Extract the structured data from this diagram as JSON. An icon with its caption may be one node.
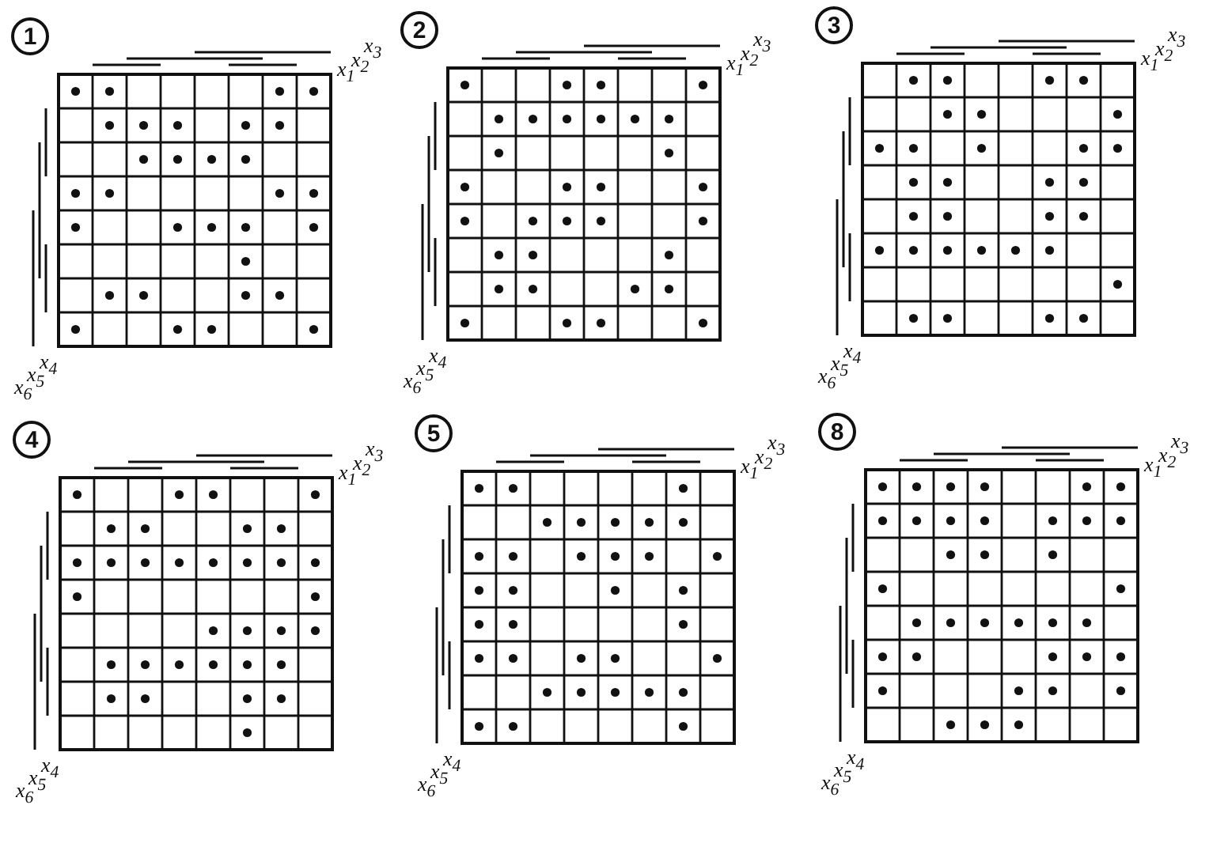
{
  "diagram": {
    "nodes": [
      {
        "text": [
          "1"
        ]
      },
      {
        "text": [
          "2"
        ]
      },
      {
        "text": [
          "3"
        ]
      },
      {
        "text": [
          "4"
        ]
      },
      {
        "text": [
          "5"
        ]
      },
      {
        "text": [
          "8"
        ]
      }
    ],
    "labels": [
      "x$_{1}$",
      "x$_{2}$",
      "x$_{3}$",
      "x$_{4}$",
      "x$_{5}$",
      "x$_{6}$",
      "x$_{1}$",
      "x$_{2}$",
      "x$_{3}$",
      "x$_{4}$",
      "x$_{5}$",
      "x$_{6}$",
      "x$_{1}$",
      "x$_{2}$",
      "x$_{3}$",
      "x$_{4}$",
      "x$_{5}$",
      "x$_{6}$",
      "x$_{1}$",
      "x$_{2}$",
      "x$_{3}$",
      "x$_{4}$",
      "x$_{5}$",
      "x$_{6}$",
      "x$_{1}$",
      "x$_{2}$",
      "x$_{3}$",
      "x$_{4}$",
      "x$_{5}$",
      "x$_{6}$",
      "x$_{1}$",
      "x$_{2}$",
      "x$_{3}$",
      "x$_{4}$",
      "x$_{5}$",
      "x$_{6}$"
    ]
  }
}
